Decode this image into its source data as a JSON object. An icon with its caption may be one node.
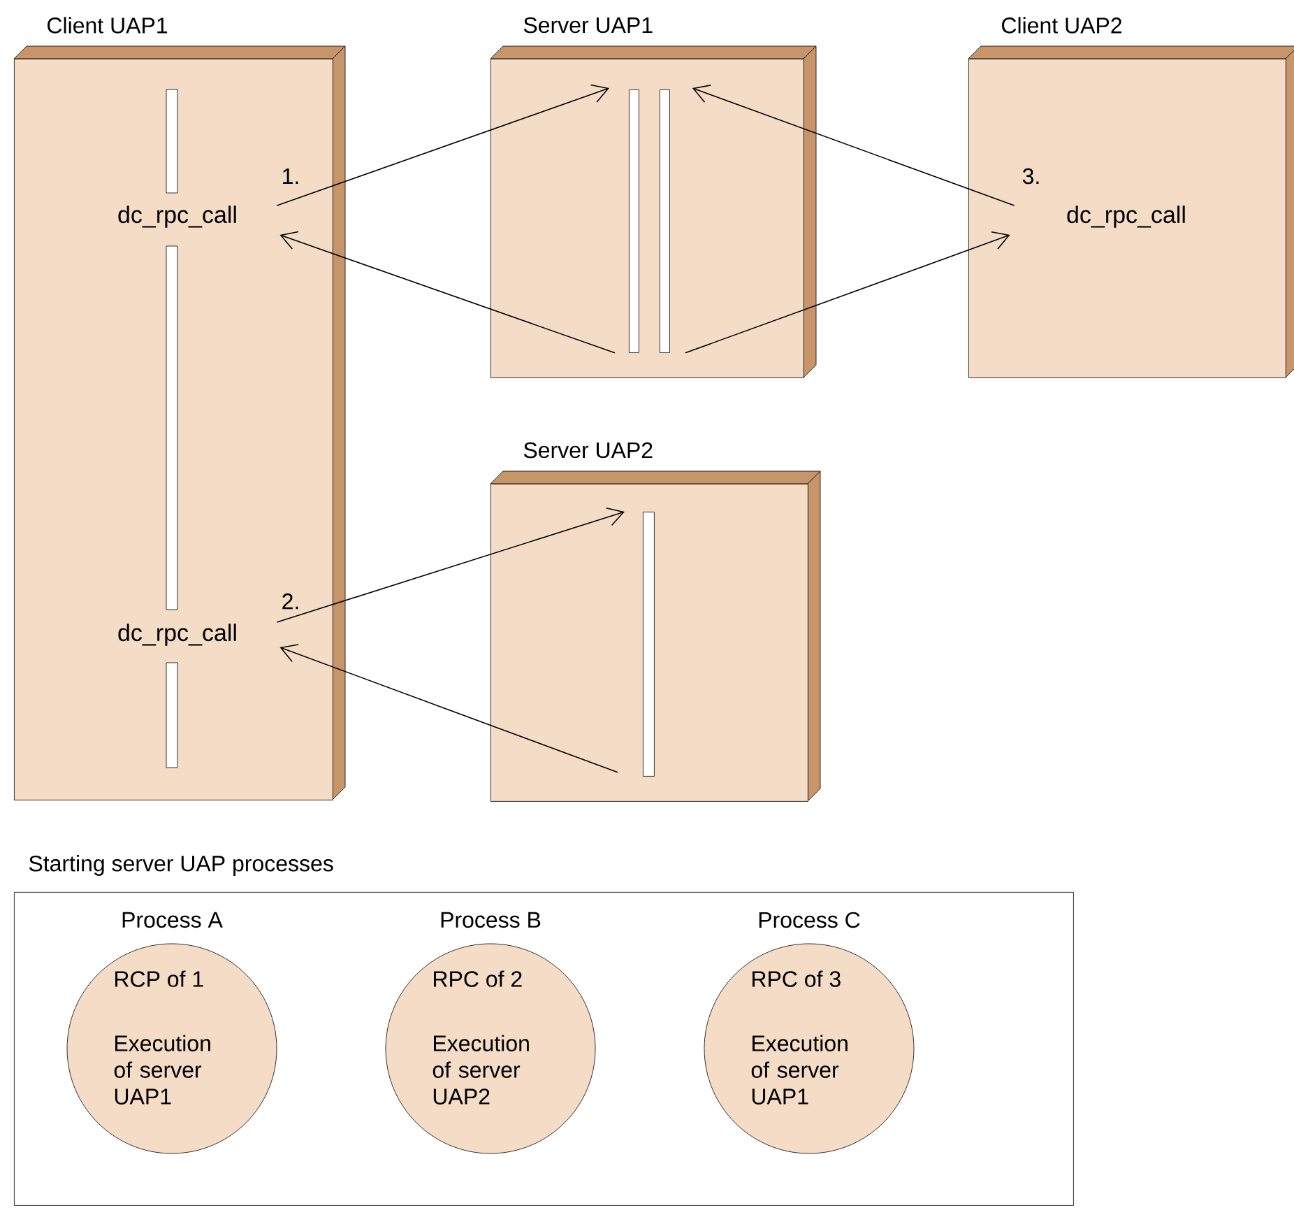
{
  "diagram": {
    "nodes": [
      {
        "text": [
          "Client UAP1"
        ]
      },
      {
        "text": [
          "dc_rpc_call"
        ],
        "in": 0
      },
      {
        "text": [
          "dc_rpc_call"
        ],
        "in": 0
      },
      {
        "text": [
          "Server UAP1"
        ]
      },
      {
        "text": [],
        "shape": "bar",
        "in": 3
      },
      {
        "text": [],
        "shape": "bar",
        "in": 3
      },
      {
        "text": [
          "Client UAP2"
        ]
      },
      {
        "text": [
          "dc_rpc_call"
        ],
        "in": 6
      },
      {
        "text": [
          "Server UAP2"
        ]
      },
      {
        "text": [],
        "shape": "bar",
        "in": 8
      },
      {
        "text": [
          "Starting server UAP processes"
        ]
      },
      {
        "text": [
          "Process A",
          "RCP of 1",
          "Execution of server UAP1"
        ],
        "in": 10
      },
      {
        "text": [
          "Process B",
          "RPC of 2",
          "Execution of server UAP2"
        ],
        "in": 10
      },
      {
        "text": [
          "Process C",
          "RPC of 3",
          "Execution of server UAP1"
        ],
        "in": 10
      }
    ],
    "edges": [
      {
        "from": 1,
        "to": 4,
        "arrow": "to",
        "label": "1."
      },
      {
        "from": 4,
        "to": 1,
        "arrow": "to"
      },
      {
        "from": 2,
        "to": 9,
        "arrow": "to",
        "label": "2."
      },
      {
        "from": 9,
        "to": 2,
        "arrow": "to"
      },
      {
        "from": 7,
        "to": 5,
        "arrow": "to",
        "label": "3."
      },
      {
        "from": 5,
        "to": 7,
        "arrow": "to"
      }
    ]
  }
}
